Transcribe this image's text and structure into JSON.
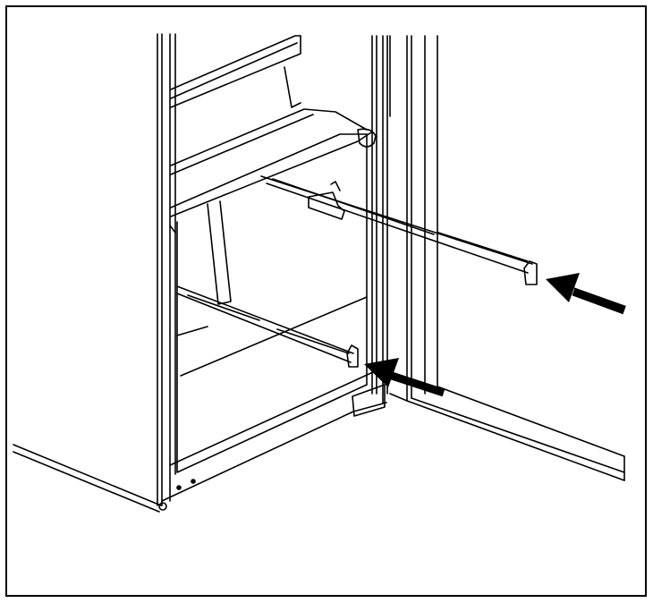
{
  "figure": {
    "subject": "refrigerator-drawer-rail-installation",
    "arrows": [
      {
        "name": "arrow-upper-rail",
        "direction": "push-rail-in"
      },
      {
        "name": "arrow-lower-rail",
        "direction": "push-rail-in"
      }
    ],
    "colors": {
      "line": "#000000",
      "background": "#ffffff",
      "border": "#000000"
    }
  }
}
